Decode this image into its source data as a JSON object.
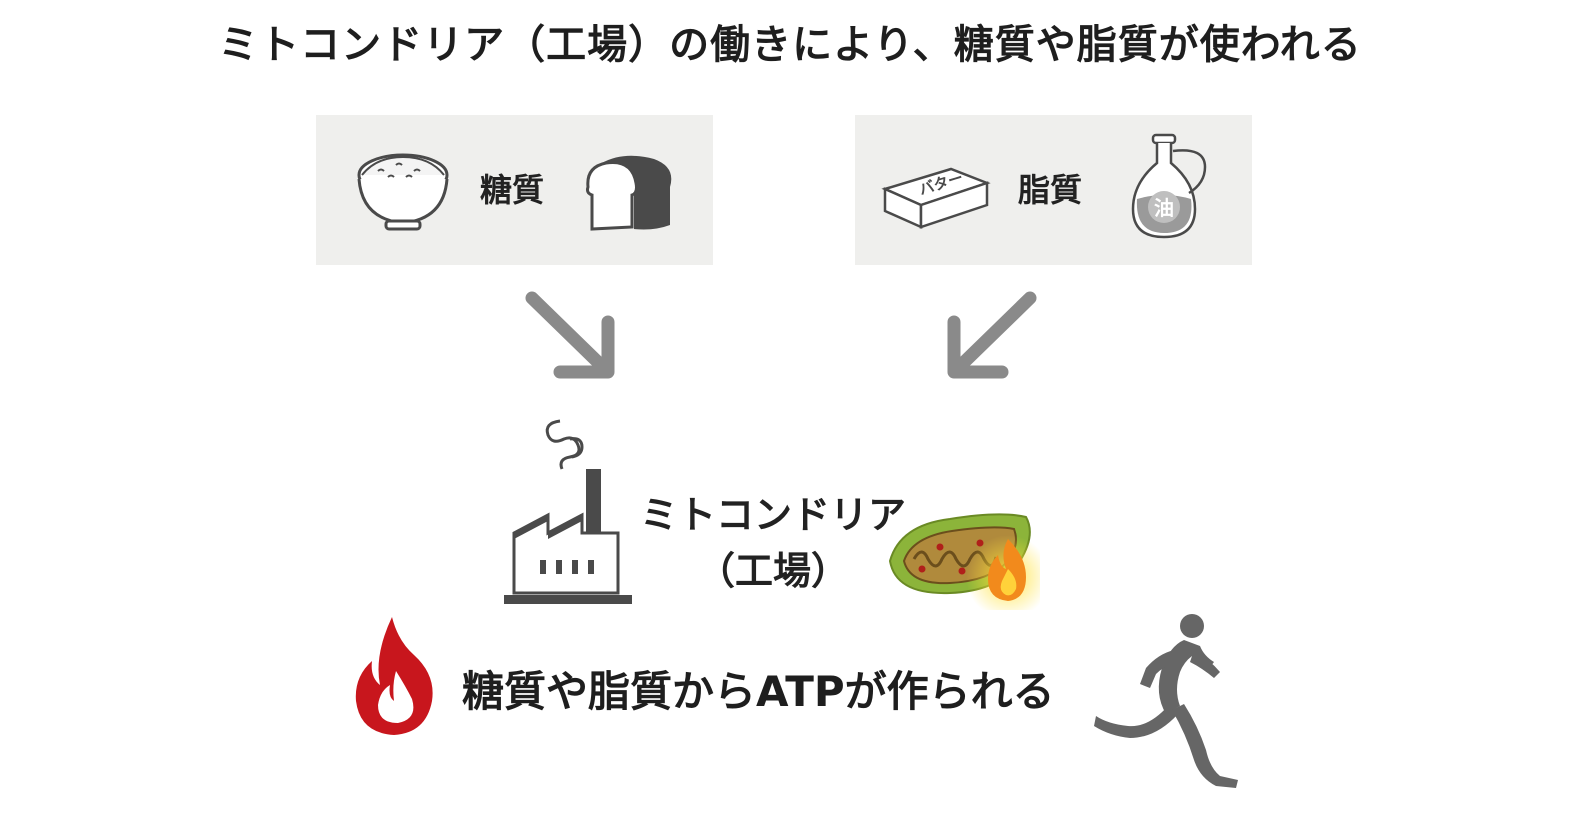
{
  "title": "ミトコンドリア（工場）の働きにより、糖質や脂質が使われる",
  "panels": {
    "carbs": {
      "label": "糖質"
    },
    "fats": {
      "label": "脂質",
      "butter_text": "バター",
      "oil_text": "油"
    }
  },
  "factory": {
    "line1": "ミトコンドリア",
    "line2": "（工場）"
  },
  "result": "糖質や脂質からATPが作られる",
  "colors": {
    "panel_bg": "#efefed",
    "arrow": "#8a8a8a",
    "icon_dark": "#4a4a4a",
    "flame_red": "#c8161d",
    "mito_green": "#8cb43a",
    "runner": "#666666"
  }
}
